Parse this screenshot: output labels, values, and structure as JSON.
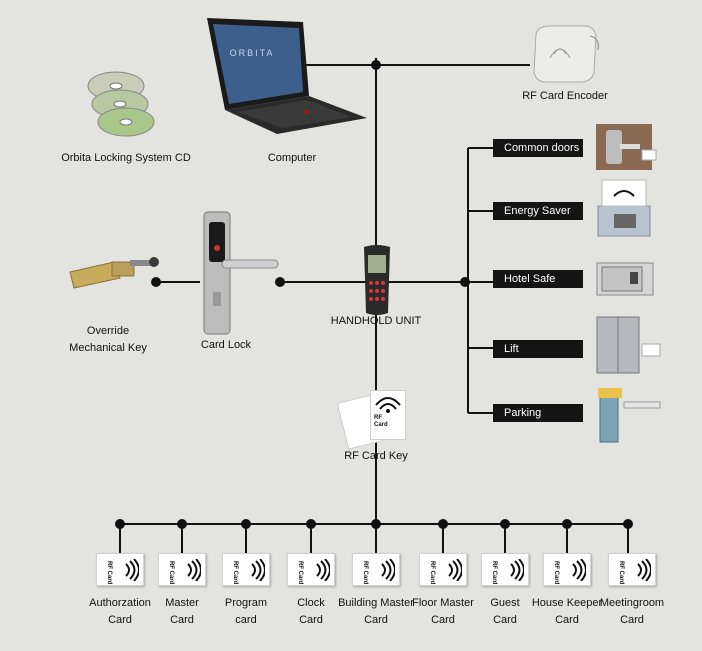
{
  "nodes": {
    "cd": "Orbita Locking System CD",
    "computer": "Computer",
    "screen_brand": "ORBITA",
    "encoder": "RF Card  Encoder",
    "override_line1": "Override",
    "override_line2": "Mechanical Key",
    "card_lock": "Card Lock",
    "handheld": "HANDHOLD UNIT",
    "rf_card_key": "RF Card Key"
  },
  "card_key_text": [
    "RF",
    "Card"
  ],
  "devices": [
    "Common doors",
    "Energy Saver",
    "Hotel Safe",
    "Lift",
    "Parking"
  ],
  "cards": [
    {
      "line1": "Authorzation",
      "line2": "Card"
    },
    {
      "line1": "Master",
      "line2": "Card"
    },
    {
      "line1": "Program",
      "line2": "card"
    },
    {
      "line1": "Clock",
      "line2": "Card"
    },
    {
      "line1": "Building Master",
      "line2": "Card"
    },
    {
      "line1": "Floor Master",
      "line2": "Card"
    },
    {
      "line1": "Guest",
      "line2": "Card"
    },
    {
      "line1": "House Keeper",
      "line2": "Card"
    },
    {
      "line1": "Meetingroom",
      "line2": "Card"
    }
  ],
  "card_face_text": "RF Card",
  "colors": {
    "background": "#e3e3e0",
    "line": "#111111",
    "bar": "#141414",
    "bar_text": "#ffffff"
  }
}
